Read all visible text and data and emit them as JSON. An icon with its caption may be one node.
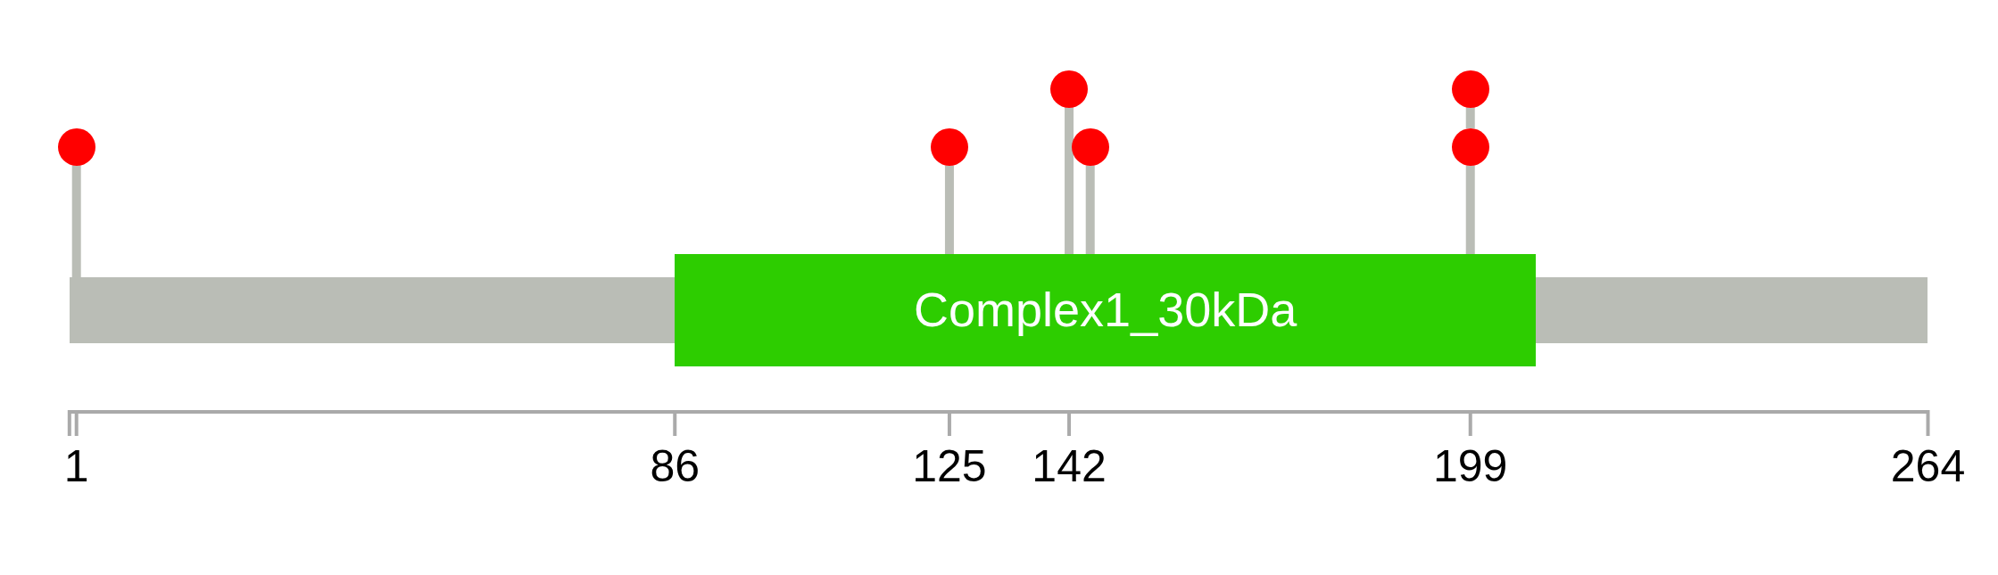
{
  "diagram": {
    "nodes": [
      {
        "text": [],
        "shape": "circle"
      },
      {
        "text": [],
        "shape": "circle"
      },
      {
        "text": [],
        "shape": "circle"
      },
      {
        "text": [],
        "shape": "circle"
      },
      {
        "text": [],
        "shape": "circle"
      },
      {
        "text": [],
        "shape": "circle"
      },
      {
        "text": [],
        "shape": "bar"
      },
      {
        "text": [
          "Complex1_30kDa"
        ]
      },
      {
        "text": [],
        "shape": "bar"
      }
    ],
    "edges": [
      {
        "from": 0,
        "to": 6,
        "arrow": "none"
      },
      {
        "from": 1,
        "to": 7,
        "arrow": "none"
      },
      {
        "from": 2,
        "to": 7,
        "arrow": "none"
      },
      {
        "from": 3,
        "to": 7,
        "arrow": "none"
      },
      {
        "from": 4,
        "to": 5,
        "arrow": "none"
      },
      {
        "from": 5,
        "to": 7,
        "arrow": "none"
      }
    ],
    "labels": [
      "1",
      "86",
      "125",
      "142",
      "199",
      "264"
    ]
  }
}
